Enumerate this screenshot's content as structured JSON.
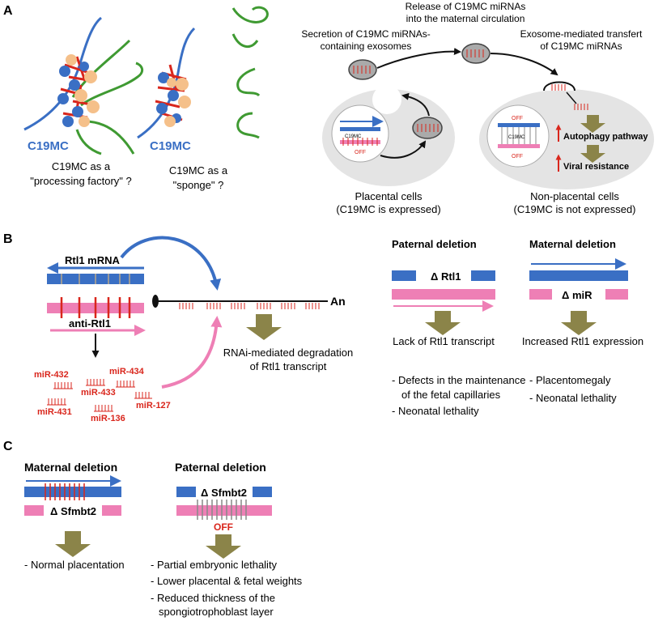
{
  "colors": {
    "blue": "#3a6fc4",
    "pink": "#ee7fb5",
    "red": "#d9261c",
    "green": "#3f9a32",
    "olive": "#8b8449",
    "orange": "#f5c08a",
    "grey_cell": "#e8e8e8"
  },
  "panel_a": {
    "letter": "A",
    "c19mc_label_1": "C19MC",
    "c19mc_label_2": "C19MC",
    "processing_1": "C19MC as a",
    "processing_2": "\"processing factory\" ?",
    "sponge_1": "C19MC as a",
    "sponge_2": "\"sponge\" ?",
    "release_1": "Release of C19MC miRNAs",
    "release_2": "into the maternal circulation",
    "secretion_1": "Secretion of C19MC miRNAs-",
    "secretion_2": "containing exosomes",
    "exosome_1": "Exosome-mediated transfert",
    "exosome_2": "of C19MC miRNAs",
    "placental_1": "Placental cells",
    "placental_2": "(C19MC is expressed)",
    "nonplacental_1": "Non-placental cells",
    "nonplacental_2": "(C19MC is not expressed)",
    "autophagy": "Autophagy pathway",
    "viral": "Viral resistance",
    "inner_c19mc_1": "C19MC",
    "inner_off_1": "OFF",
    "inner_c19mc_2": "C19MC",
    "inner_off_2a": "OFF",
    "inner_off_2b": "OFF"
  },
  "panel_b": {
    "letter": "B",
    "rtl1_mrna": "Rtl1 mRNA",
    "anti_rtl1": "anti-Rtl1",
    "an": "An",
    "rnai_1": "RNAi-mediated degradation",
    "rnai_2": "of Rtl1 transcript",
    "mirnas": [
      "miR-432",
      "miR-434",
      "miR-433",
      "miR-127",
      "miR-431",
      "miR-136"
    ],
    "paternal_title": "Paternal deletion",
    "paternal_delta": "Δ Rtl1",
    "paternal_result": "Lack of Rtl1 transcript",
    "paternal_effects": [
      "- Defects in the maintenance",
      "of the fetal capillaries",
      "- Neonatal lethality"
    ],
    "maternal_title": "Maternal deletion",
    "maternal_delta": "Δ miR",
    "maternal_result": "Increased Rtl1 expression",
    "maternal_effects": [
      "- Placentomegaly",
      "- Neonatal lethality"
    ]
  },
  "panel_c": {
    "letter": "C",
    "maternal_title": "Maternal deletion",
    "maternal_delta": "Δ Sfmbt2",
    "maternal_effects": [
      "- Normal placentation"
    ],
    "paternal_title": "Paternal deletion",
    "paternal_delta": "Δ Sfmbt2",
    "paternal_off": "OFF",
    "paternal_effects": [
      "- Partial embryonic lethality",
      "- Lower placental & fetal weights",
      "- Reduced thickness of the",
      "spongiotrophoblast layer"
    ]
  }
}
